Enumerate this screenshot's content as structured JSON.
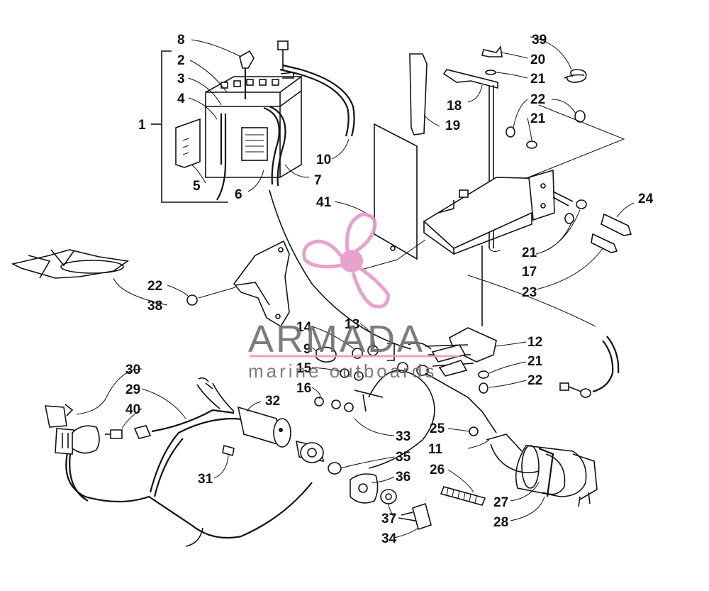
{
  "watermark": {
    "brand": "ARMADA",
    "tagline": "marine outboards",
    "logo_color": "#e59ac6",
    "text_color": "#6e6e6e"
  },
  "labels": {
    "l1": "1",
    "l2": "2",
    "l3": "3",
    "l4": "4",
    "l5": "5",
    "l6": "6",
    "l7": "7",
    "l8": "8",
    "l9": "9",
    "l10": "10",
    "l11": "11",
    "l12": "12",
    "l13": "13",
    "l14": "14",
    "l15": "15",
    "l16": "16",
    "l17": "17",
    "l18": "18",
    "l19": "19",
    "l20": "20",
    "l21a": "21",
    "l21b": "21",
    "l21c": "21",
    "l21d": "21",
    "l22a": "22",
    "l22b": "22",
    "l22c": "22",
    "l23": "23",
    "l24": "24",
    "l25": "25",
    "l26": "26",
    "l27": "27",
    "l28": "28",
    "l29": "29",
    "l30": "30",
    "l31": "31",
    "l32": "32",
    "l33": "33",
    "l34": "34",
    "l35": "35",
    "l36": "36",
    "l37": "37",
    "l38": "38",
    "l39": "39",
    "l40": "40",
    "l41": "41"
  }
}
